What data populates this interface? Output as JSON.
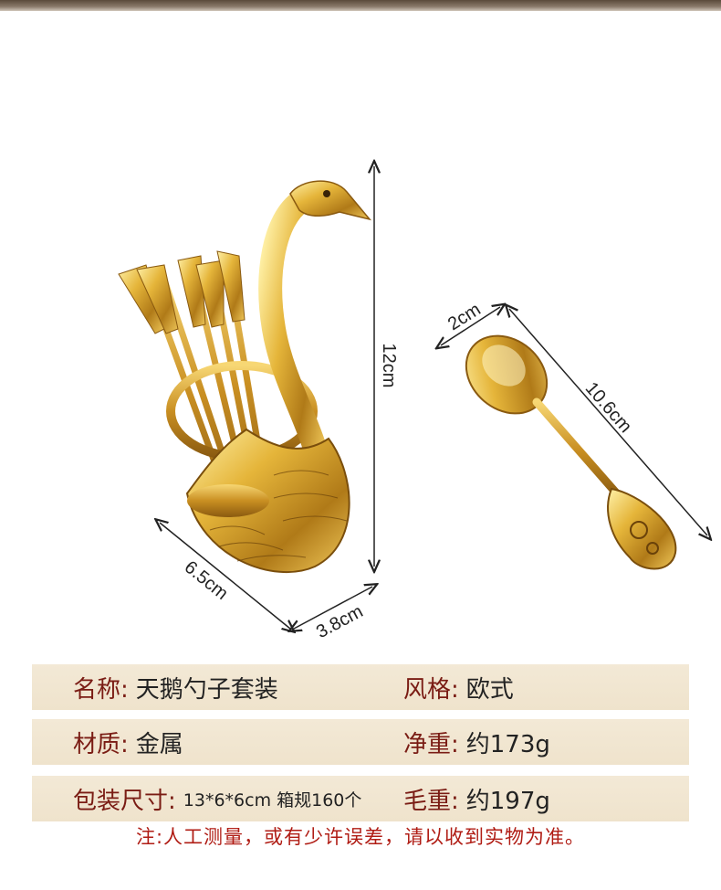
{
  "dimensions": {
    "height": "12cm",
    "depth": "6.5cm",
    "width": "3.8cm",
    "spoon_width": "2cm",
    "spoon_length": "10.6cm"
  },
  "specs": {
    "name_label": "名称:",
    "name_value": "天鹅勺子套装",
    "style_label": "风格:",
    "style_value": "欧式",
    "material_label": "材质:",
    "material_value": "金属",
    "net_weight_label": "净重:",
    "net_weight_value": "约173g",
    "package_label": "包装尺寸:",
    "package_value": "13*6*6cm 箱规160个",
    "gross_weight_label": "毛重:",
    "gross_weight_value": "约197g"
  },
  "note": "注:人工测量，或有少许误差，请以收到实物为准。",
  "colors": {
    "gold": "#d9a62e",
    "label_red": "#7a1c14",
    "note_red": "#b01c14",
    "row_bg": "#f3e9d6"
  }
}
